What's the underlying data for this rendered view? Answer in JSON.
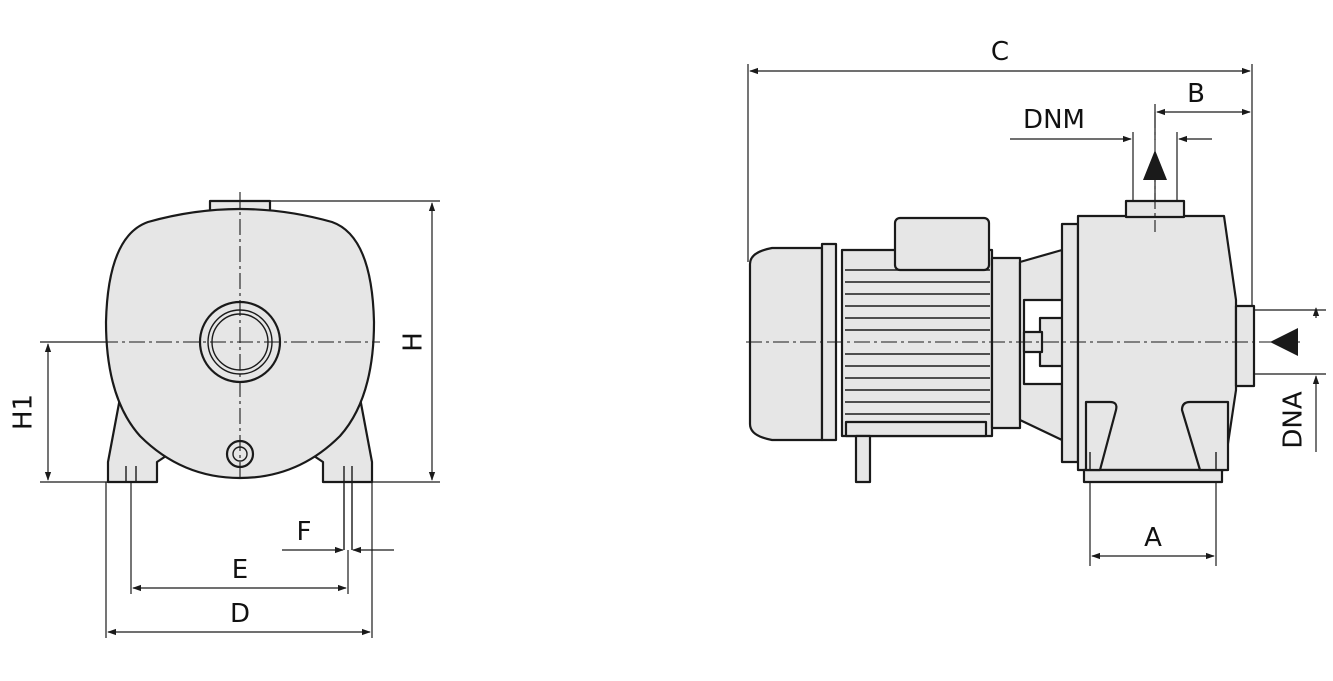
{
  "labels": {
    "H": "H",
    "H1": "H1",
    "E": "E",
    "D": "D",
    "F": "F",
    "C": "C",
    "B": "B",
    "DNM": "DNM",
    "DNA": "DNA",
    "A": "A"
  },
  "colors": {
    "body_fill": "#e6e6e6",
    "line": "#1a1a1a",
    "background": "#ffffff"
  }
}
